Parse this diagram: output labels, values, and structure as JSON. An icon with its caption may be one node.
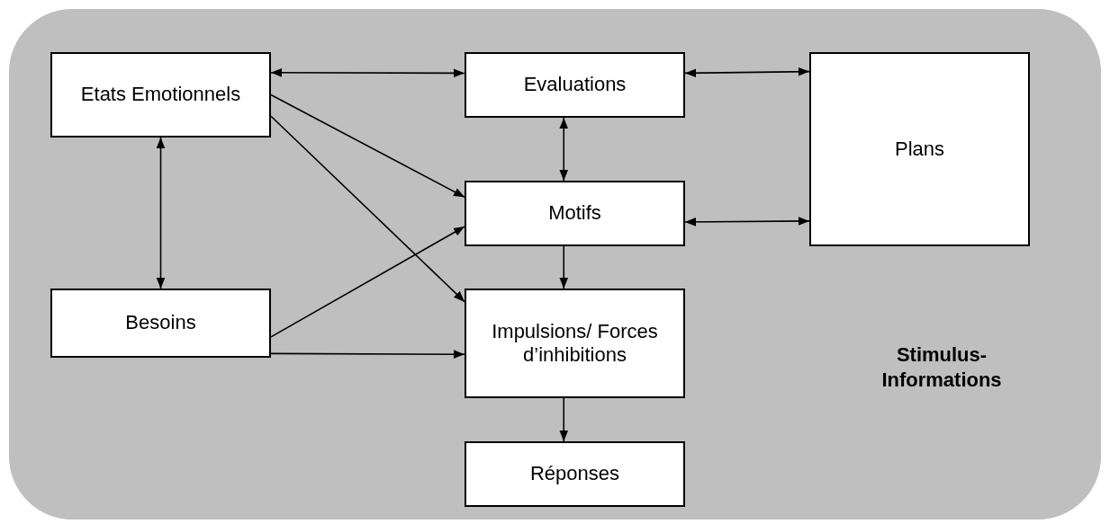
{
  "diagram": {
    "nodes": [
      {
        "text": [
          "Stimulus-Informations"
        ]
      },
      {
        "text": [
          "Etats Emotionnels"
        ],
        "in": 0
      },
      {
        "text": [
          "Evaluations"
        ],
        "in": 0
      },
      {
        "text": [
          "Plans"
        ],
        "in": 0
      },
      {
        "text": [
          "Motifs"
        ],
        "in": 0
      },
      {
        "text": [
          "Besoins"
        ],
        "in": 0
      },
      {
        "text": [
          "Impulsions/ Forces d’inhibitions"
        ],
        "in": 0
      },
      {
        "text": [
          "Réponses"
        ],
        "in": 0
      }
    ],
    "edges": [
      {
        "from": 1,
        "to": 2,
        "arrow": "both"
      },
      {
        "from": 2,
        "to": 3,
        "arrow": "both"
      },
      {
        "from": 2,
        "to": 4,
        "arrow": "both"
      },
      {
        "from": 1,
        "to": 5,
        "arrow": "both"
      },
      {
        "from": 1,
        "to": 4,
        "arrow": "to"
      },
      {
        "from": 1,
        "to": 6,
        "arrow": "to"
      },
      {
        "from": 5,
        "to": 4,
        "arrow": "to"
      },
      {
        "from": 5,
        "to": 6,
        "arrow": "to"
      },
      {
        "from": 4,
        "to": 3,
        "arrow": "both"
      },
      {
        "from": 4,
        "to": 6,
        "arrow": "to"
      },
      {
        "from": 6,
        "to": 7,
        "arrow": "to"
      }
    ]
  }
}
